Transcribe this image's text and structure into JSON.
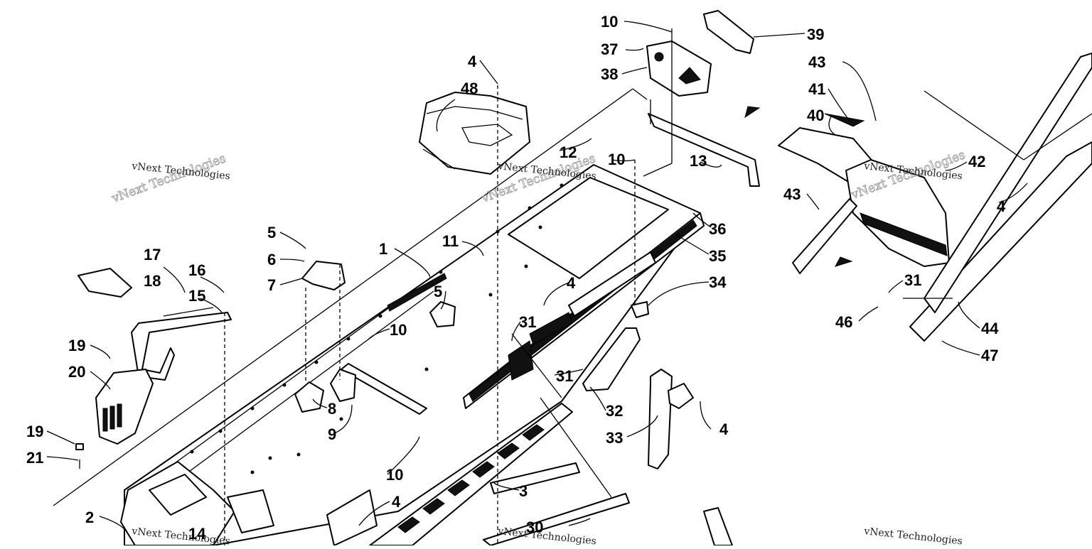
{
  "diagram": {
    "callouts": [
      "1",
      "2",
      "3",
      "4",
      "5",
      "6",
      "7",
      "8",
      "9",
      "10",
      "11",
      "12",
      "13",
      "14",
      "15",
      "16",
      "17",
      "18",
      "19",
      "20",
      "21",
      "30",
      "31",
      "32",
      "33",
      "34",
      "35",
      "36",
      "37",
      "38",
      "39",
      "40",
      "41",
      "42",
      "43",
      "44",
      "46",
      "47",
      "48"
    ],
    "watermark": {
      "main": "vNext Technologies",
      "small": "vNext Technologies"
    }
  }
}
